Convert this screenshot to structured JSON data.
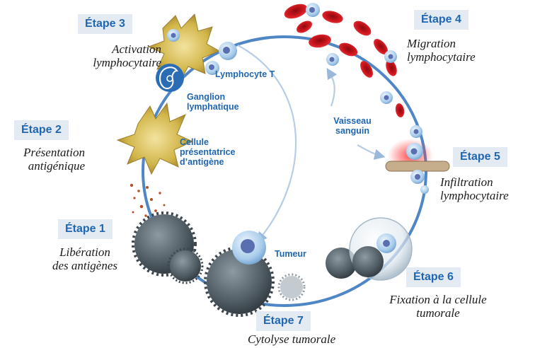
{
  "steps": [
    {
      "badge": "Étape 1",
      "caption": [
        "Libération",
        "des antigènes"
      ]
    },
    {
      "badge": "Étape 2",
      "caption": [
        "Présentation",
        "antigénique"
      ]
    },
    {
      "badge": "Étape 3",
      "caption": [
        "Activation",
        "lymphocytaire"
      ]
    },
    {
      "badge": "Étape 4",
      "caption": [
        "Migration",
        "lymphocytaire"
      ]
    },
    {
      "badge": "Étape 5",
      "caption": [
        "Infiltration",
        "lymphocytaire"
      ]
    },
    {
      "badge": "Étape 6",
      "caption": [
        "Fixation à la cellule",
        "tumorale"
      ]
    },
    {
      "badge": "Étape 7",
      "caption": [
        "Cytolyse tumorale"
      ]
    }
  ],
  "labels": {
    "lymphocyte_t": "Lymphocyte T",
    "ganglion": [
      "Ganglion",
      "lymphatique"
    ],
    "cellule_presentatrice": [
      "Cellule",
      "présentatrice",
      "d’antigène"
    ],
    "vaisseau": [
      "Vaisseau",
      "sanguin"
    ],
    "tumeur": "Tumeur"
  },
  "colors": {
    "badge_text": "#1f66b3",
    "badge_bg": "#e4eaf2",
    "cycle_ring": "#4f86c6",
    "tumor_cell": "#4f5a61",
    "red_blood_cell": "#c8161d",
    "lymphocyte": "#9cc3e6",
    "apc": "#d2b64a"
  }
}
